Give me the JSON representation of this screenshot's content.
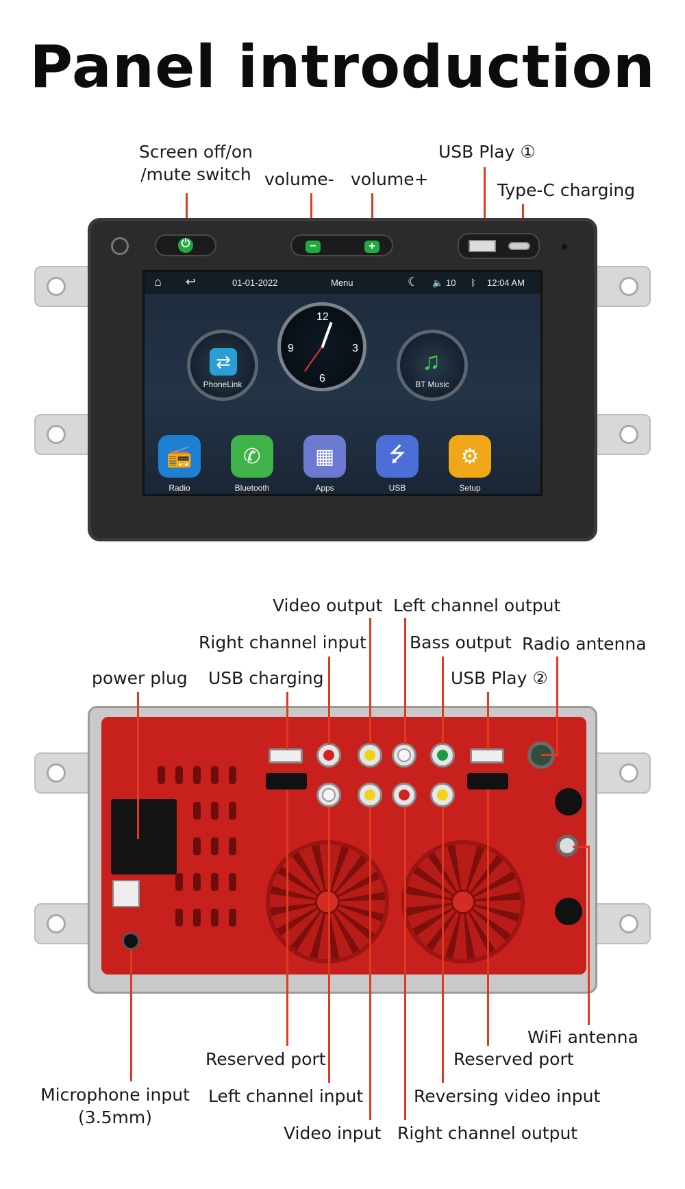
{
  "title": "Panel introduction",
  "front_labels": {
    "screen_off": "Screen off/on\n/mute switch",
    "volume_minus": "volume-",
    "volume_plus": "volume+",
    "usb_play_1": "USB Play ①",
    "type_c": "Type-C charging"
  },
  "screen": {
    "date": "01-01-2022",
    "menu": "Menu",
    "volume": "10",
    "time": "12:04  AM",
    "clock_numbers": [
      "12",
      "3",
      "6",
      "9"
    ],
    "phonelink_label": "PhoneLink",
    "bt_music_label": "BT Music",
    "dock": [
      {
        "label": "Radio",
        "color": "#1f7fd1",
        "icon": "radio-icon"
      },
      {
        "label": "Bluetooth",
        "color": "#3fb34a",
        "icon": "phone-icon"
      },
      {
        "label": "Apps",
        "color": "#6b7ad0",
        "icon": "apps-icon"
      },
      {
        "label": "USB",
        "color": "#4b6fd6",
        "icon": "usb-icon"
      },
      {
        "label": "Setup",
        "color": "#f0a81a",
        "icon": "gear-icon"
      }
    ]
  },
  "back_labels": {
    "video_output": "Video output",
    "left_channel_output": "Left channel output",
    "right_channel_input": "Right channel input",
    "bass_output": "Bass output",
    "radio_antenna": "Radio antenna",
    "power_plug": "power plug",
    "usb_charging": "USB charging",
    "usb_play_2": "USB Play ②",
    "wifi_antenna": "WiFi antenna",
    "reserved_port_left": "Reserved port",
    "reserved_port_right": "Reserved port",
    "microphone_input": "Microphone input\n(3.5mm)",
    "left_channel_input": "Left channel input",
    "reversing_video_input": "Reversing video input",
    "video_input": "Video input",
    "right_channel_output": "Right channel output"
  },
  "colors": {
    "accent_line": "#e03a1e",
    "housing_red": "#c8211d"
  }
}
